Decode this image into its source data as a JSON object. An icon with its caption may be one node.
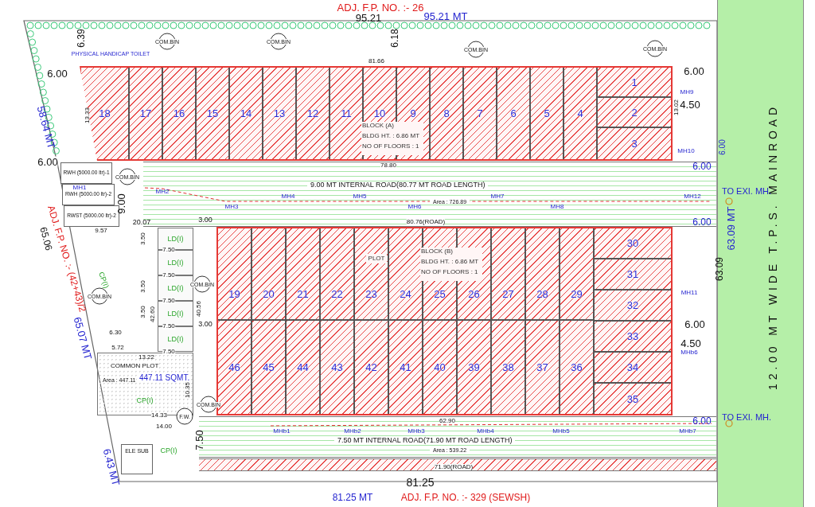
{
  "diagram": {
    "nodes": [
      {
        "text": [],
        "shape": "box"
      },
      {
        "text": [
          "18"
        ],
        "in": 0
      },
      {
        "text": [
          "17"
        ],
        "in": 0
      },
      {
        "text": [
          "16"
        ],
        "in": 0
      },
      {
        "text": [
          "15"
        ],
        "in": 0
      },
      {
        "text": [
          "14"
        ],
        "in": 0
      },
      {
        "text": [
          "13"
        ],
        "in": 0
      },
      {
        "text": [
          "12"
        ],
        "in": 0
      },
      {
        "text": [
          "11"
        ],
        "in": 0
      },
      {
        "text": [
          "10"
        ],
        "in": 0
      },
      {
        "text": [
          "9"
        ],
        "in": 0
      },
      {
        "text": [
          "8"
        ],
        "in": 0
      },
      {
        "text": [
          "7"
        ],
        "in": 0
      },
      {
        "text": [
          "6"
        ],
        "in": 0
      },
      {
        "text": [
          "5"
        ],
        "in": 0
      },
      {
        "text": [
          "4"
        ],
        "in": 0
      },
      {
        "text": [
          "1"
        ],
        "in": 0
      },
      {
        "text": [
          "2"
        ],
        "in": 0
      },
      {
        "text": [
          "3"
        ],
        "in": 0
      },
      {
        "text": [
          "9.00 MT INTERNAL ROAD(80.77 MT ROAD LENGTH)",
          "Area : 726.89"
        ]
      },
      {
        "text": [
          "RWH (5000.00 ltr)-1"
        ]
      },
      {
        "text": [
          "RWH (5000.00 ltr)-2"
        ]
      },
      {
        "text": [
          "RWST (5000.00 ltr)-2"
        ]
      },
      {
        "text": [],
        "shape": "box"
      },
      {
        "text": [
          "19"
        ],
        "in": 23
      },
      {
        "text": [
          "20"
        ],
        "in": 23
      },
      {
        "text": [
          "21"
        ],
        "in": 23
      },
      {
        "text": [
          "22"
        ],
        "in": 23
      },
      {
        "text": [
          "23"
        ],
        "in": 23
      },
      {
        "text": [
          "24"
        ],
        "in": 23
      },
      {
        "text": [
          "25"
        ],
        "in": 23
      },
      {
        "text": [
          "26"
        ],
        "in": 23
      },
      {
        "text": [
          "27"
        ],
        "in": 23
      },
      {
        "text": [
          "28"
        ],
        "in": 23
      },
      {
        "text": [
          "29"
        ],
        "in": 23
      },
      {
        "text": [
          "30"
        ],
        "in": 23
      },
      {
        "text": [
          "31"
        ],
        "in": 23
      },
      {
        "text": [
          "32"
        ],
        "in": 23
      },
      {
        "text": [
          "33"
        ],
        "in": 23
      },
      {
        "text": [
          "34"
        ],
        "in": 23
      },
      {
        "text": [
          "35"
        ],
        "in": 23
      },
      {
        "text": [
          "46"
        ],
        "in": 23
      },
      {
        "text": [
          "45"
        ],
        "in": 23
      },
      {
        "text": [
          "44"
        ],
        "in": 23
      },
      {
        "text": [
          "43"
        ],
        "in": 23
      },
      {
        "text": [
          "42"
        ],
        "in": 23
      },
      {
        "text": [
          "41"
        ],
        "in": 23
      },
      {
        "text": [
          "40"
        ],
        "in": 23
      },
      {
        "text": [
          "39"
        ],
        "in": 23
      },
      {
        "text": [
          "38"
        ],
        "in": 23
      },
      {
        "text": [
          "37"
        ],
        "in": 23
      },
      {
        "text": [
          "36"
        ],
        "in": 23
      },
      {
        "text": [
          "LD(I)"
        ]
      },
      {
        "text": [
          "LD(I)"
        ]
      },
      {
        "text": [
          "LD(I)"
        ]
      },
      {
        "text": [
          "LD(I)"
        ]
      },
      {
        "text": [
          "LD(I)"
        ]
      },
      {
        "text": [
          "COMMON PLOT",
          "Area : 447.11",
          "447.11 SQMT."
        ]
      },
      {
        "text": [
          "7.50 MT INTERNAL ROAD(71.90 MT ROAD LENGTH)",
          "Area : 539.22"
        ]
      },
      {
        "text": [
          "ELE SUB"
        ]
      },
      {
        "text": [
          "12.00 MT WIDE T.P.S. MAINROAD"
        ]
      },
      {
        "text": [
          "COM.BIN"
        ]
      },
      {
        "text": [
          "COM.BIN"
        ]
      },
      {
        "text": [
          "COM.BIN"
        ]
      },
      {
        "text": [
          "COM.BIN"
        ]
      },
      {
        "text": [
          "COM.BIN"
        ]
      },
      {
        "text": [
          "COM.BIN"
        ]
      },
      {
        "text": [
          "COM.BIN"
        ]
      },
      {
        "text": [
          "COM.BIN"
        ]
      },
      {
        "text": [
          "F.W."
        ]
      },
      {
        "text": [
          "BLOCK (A)",
          "BLDG HT. : 6.86 MT",
          "NO OF FLOORS : 1"
        ],
        "in": 0
      },
      {
        "text": [
          "PLOT"
        ],
        "in": 28
      },
      {
        "text": [
          "BLOCK (B)",
          "BLDG HT. : 6.86 MT",
          "NO OF FLOORS : 1"
        ],
        "in": 23
      }
    ],
    "labels": [
      "ADJ. F.P. NO. :- 26",
      "95.21",
      "95.21 MT",
      "6.39",
      "6.18",
      "6.00",
      "58.64 MT",
      "6.00",
      "9.00",
      "81.66",
      "78.80",
      "20.07",
      "3.00",
      "80.76(ROAD)",
      "9.57",
      "ADJ. F.P. NO. :- (42+43)/2",
      "65.06",
      "65.07 MT",
      "6.43 MT",
      "6.00",
      "4.50",
      "6.00",
      "TO EXI. MH.",
      "6.00",
      "63.09 MT",
      "63.09",
      "6.00",
      "4.50",
      "TO EXI. MH.",
      "6.00",
      "6.00",
      "62.90",
      "71.90(ROAD)",
      "81.25",
      "81.25 MT",
      "ADJ. F.P. NO. :- 329 (SEWSH)",
      "7.50",
      "CP(I)",
      "CP(I)",
      "CP(I)",
      "13.22",
      "14.33",
      "14.00",
      "10.35",
      "42.60",
      "40.56",
      "3.00",
      "6.30",
      "5.72",
      "PHYSICAL HANDICAP TOILET",
      "7.50",
      "7.50",
      "7.50",
      "7.50",
      "7.50",
      "3.50",
      "3.50",
      "3.50",
      "13.33",
      "13.02",
      "MH1",
      "MH2",
      "MH3",
      "MH4",
      "MH5",
      "MH6",
      "MH7",
      "MH8",
      "MH9",
      "MH10",
      "MH11",
      "MH12",
      "MHb1",
      "MHb2",
      "MHb3",
      "MHb4",
      "MHb5",
      "MHb6",
      "MHb7"
    ]
  }
}
